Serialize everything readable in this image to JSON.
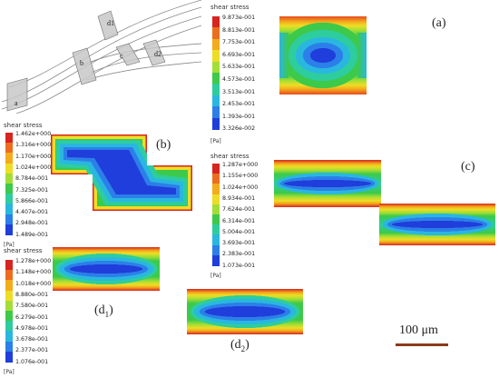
{
  "panel_labels": {
    "a": "(a)",
    "b": "(b)",
    "c": "(c)",
    "d1_main": "(d",
    "d1_sub": "1",
    "d1_close": ")",
    "d2_main": "(d",
    "d2_sub": "2",
    "d2_close": ")"
  },
  "schematic": {
    "labels": [
      "a",
      "b",
      "c",
      "d1",
      "d2"
    ]
  },
  "scale_bar": {
    "text": "100 μm",
    "color": "#8b3a1a"
  },
  "legend_colors": [
    "#d8241f",
    "#ec6d1e",
    "#f3ac1c",
    "#eedd25",
    "#a2de35",
    "#3dc94a",
    "#2ecd9e",
    "#29b7e0",
    "#2c7fe8",
    "#1f3edb"
  ],
  "legends": {
    "a": {
      "title": "shear stress",
      "unit": "[Pa]",
      "ticks": [
        "9.873e-001",
        "8.813e-001",
        "7.753e-001",
        "6.693e-001",
        "5.633e-001",
        "4.573e-001",
        "3.513e-001",
        "2.453e-001",
        "1.393e-001",
        "3.326e-002"
      ]
    },
    "b": {
      "title": "shear stress",
      "unit": "[Pa]",
      "ticks": [
        "1.462e+000",
        "1.316e+000",
        "1.170e+000",
        "1.024e+000",
        "8.784e-001",
        "7.325e-001",
        "5.866e-001",
        "4.407e-001",
        "2.948e-001",
        "1.489e-001"
      ]
    },
    "c": {
      "title": "shear stress",
      "unit": "[Pa]",
      "ticks": [
        "1.287e+000",
        "1.155e+000",
        "1.024e+000",
        "8.934e-001",
        "7.624e-001",
        "6.314e-001",
        "5.004e-001",
        "3.693e-001",
        "2.383e-001",
        "1.073e-001"
      ]
    },
    "d": {
      "title": "shear stress",
      "unit": "[Pa]",
      "ticks": [
        "1.278e+000",
        "1.148e+000",
        "1.018e+000",
        "8.880e-001",
        "7.580e-001",
        "6.279e-001",
        "4.978e-001",
        "3.678e-001",
        "2.377e-001",
        "1.076e-001"
      ]
    }
  }
}
